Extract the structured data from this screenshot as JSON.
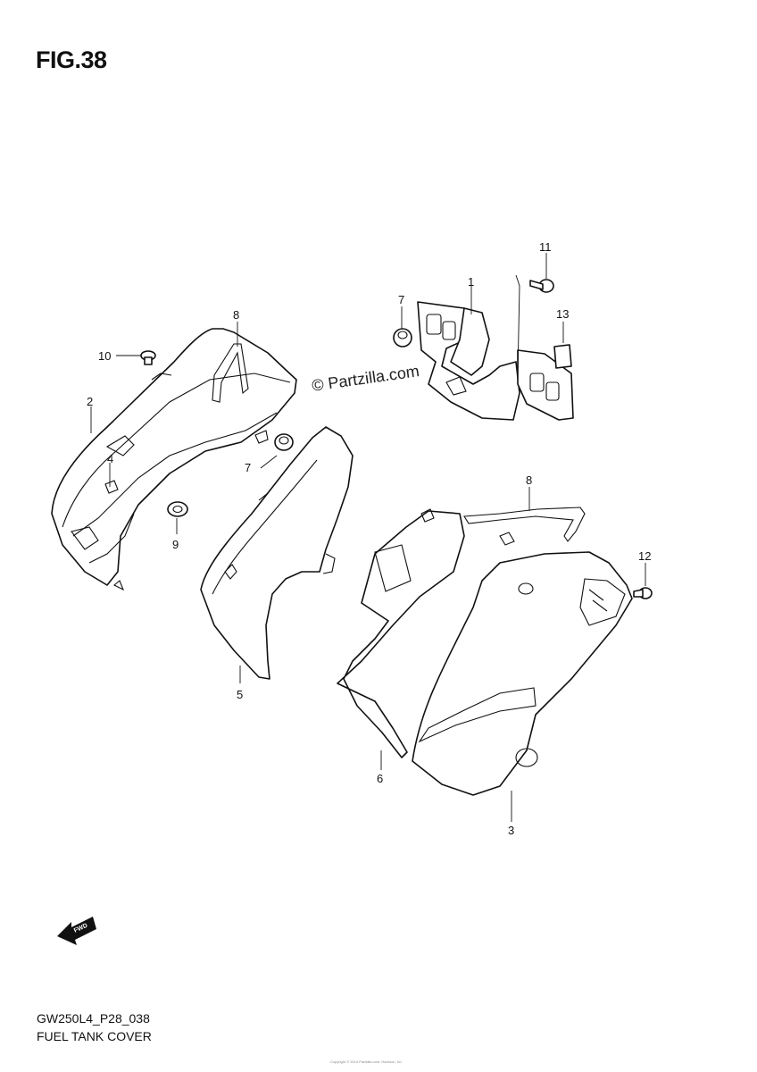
{
  "figure_title": "FIG.38",
  "watermark": "© Partzilla.com",
  "diagram_code": "GW250L4_P28_038",
  "diagram_caption": "FUEL TANK COVER",
  "footer_text": "Copyright © 2014 Partzilla.com. Harrison, NJ",
  "fwd_label": "FWD",
  "callouts": [
    "1",
    "2",
    "3",
    "4",
    "5",
    "6",
    "7",
    "7",
    "8",
    "8",
    "9",
    "10",
    "11",
    "12",
    "13"
  ]
}
